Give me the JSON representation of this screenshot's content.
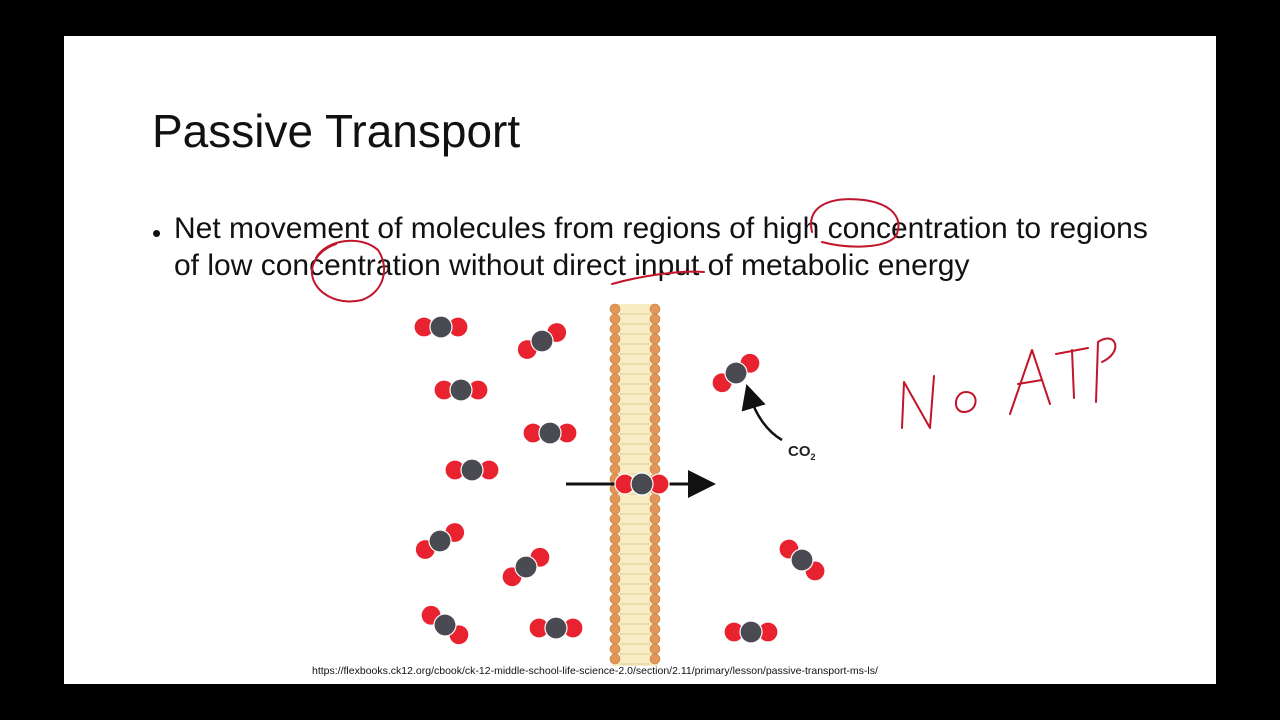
{
  "slide": {
    "title": "Passive Transport",
    "bullet_symbol": "•",
    "bullet_text": "Net movement of molecules from regions of high  concentration to regions of low concentration without direct input of metabolic energy",
    "diagram_label_main": "CO",
    "diagram_label_sub": "2",
    "source_url": "https://flexbooks.ck12.org/cbook/ck-12-middle-school-life-science-2.0/section/2.11/primary/lesson/passive-transport-ms-ls/",
    "handwritten_note": "No ATP"
  },
  "colors": {
    "background": "#000000",
    "slide": "#ffffff",
    "molecule_oxygen": "#e8232f",
    "molecule_carbon": "#4a4a52",
    "membrane_head": "#e2975a",
    "membrane_tail": "#f7ecc4",
    "ink": "#c0152a"
  }
}
